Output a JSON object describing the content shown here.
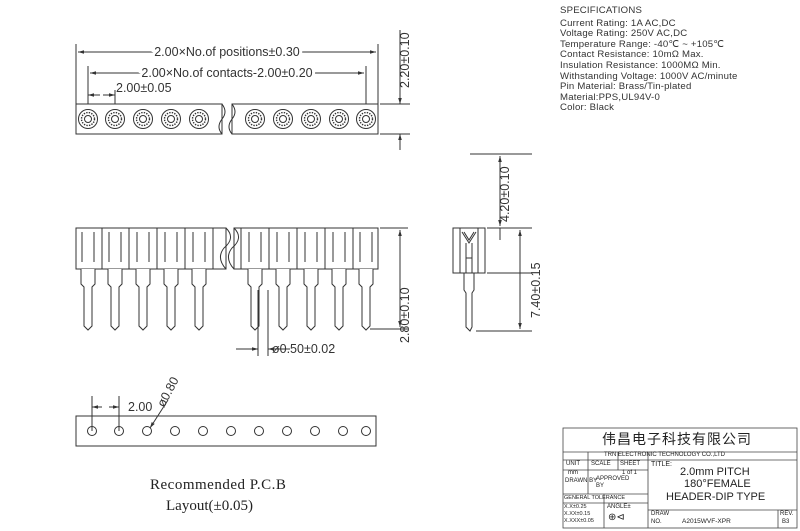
{
  "specifications": {
    "heading": "SPECIFICATIONS",
    "lines": [
      "Current Rating: 1A AC,DC",
      "Voltage Rating: 250V AC,DC",
      "Temperature Range: -40℃ ~ +105℃",
      "Contact Resistance: 10mΩ Max.",
      "Insulation Resistance: 1000MΩ Min.",
      "Withstanding Voltage: 1000V AC/minute",
      "Pin Material: Brass/Tin-plated",
      "Material:PPS,UL94V-0",
      "Color: Black"
    ]
  },
  "dimensions": {
    "positions": "2.00×No.of positions±0.30",
    "contacts": "2.00×No.of contacts-2.00±0.20",
    "pitch": "2.00±0.05",
    "height_top": "2.20±0.10",
    "height_upper": "4.20±0.10",
    "height_total": "7.40±0.15",
    "pin_length": "2.80±0.10",
    "pin_dia": "ø0.50±0.02",
    "pcb_pitch": "2.00",
    "pcb_hole": "ø0.80"
  },
  "pcb_caption": {
    "line1": "Recommended P.C.B",
    "line2": "Layout(±0.05)"
  },
  "title_block": {
    "company_cn": "伟昌电子科技有限公司",
    "company_en": "TRN ELECTRONIC TECHNOLOGY CO.,LTD",
    "unit_label": "UNIT",
    "scale_label": "SCALE",
    "sheet_label": "SHEET",
    "title_label": "TITLE:",
    "unit_value": "mm",
    "sheet_value": "1 of 1",
    "drawn_by": "DRAWN BY",
    "approved_by_1": "APPROVED",
    "approved_by_2": "BY",
    "general_tolerance": "GENERAL TOLERANCE",
    "tol_1": "X.X±0.25",
    "tol_2": "X.XX±0.15",
    "tol_3": "X.XXX±0.05",
    "angle": "ANGLE±",
    "title_1": "2.0mm PITCH",
    "title_2": "180°FEMALE",
    "title_3": "HEADER-DIP TYPE",
    "draw_no_label_1": "DRAW",
    "draw_no_label_2": "NO.",
    "draw_no": "A2015WVF-XPR",
    "rev_label": "REV.",
    "rev_value": "B3"
  }
}
